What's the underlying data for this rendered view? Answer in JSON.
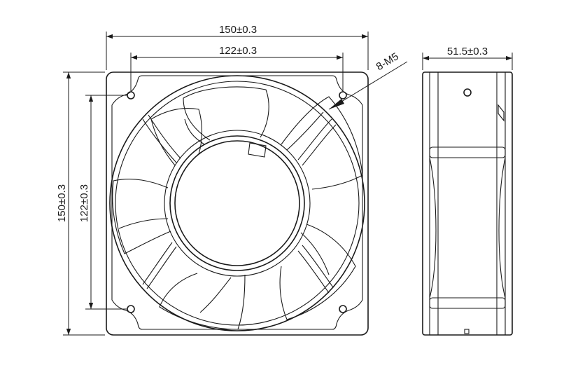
{
  "front_view": {
    "dim_width_outer": "150±0.3",
    "dim_width_holes": "122±0.3",
    "dim_height_outer": "150±0.3",
    "dim_height_holes": "122±0.3",
    "hole_callout": "8-M5"
  },
  "side_view": {
    "dim_depth": "51.5±0.3"
  }
}
